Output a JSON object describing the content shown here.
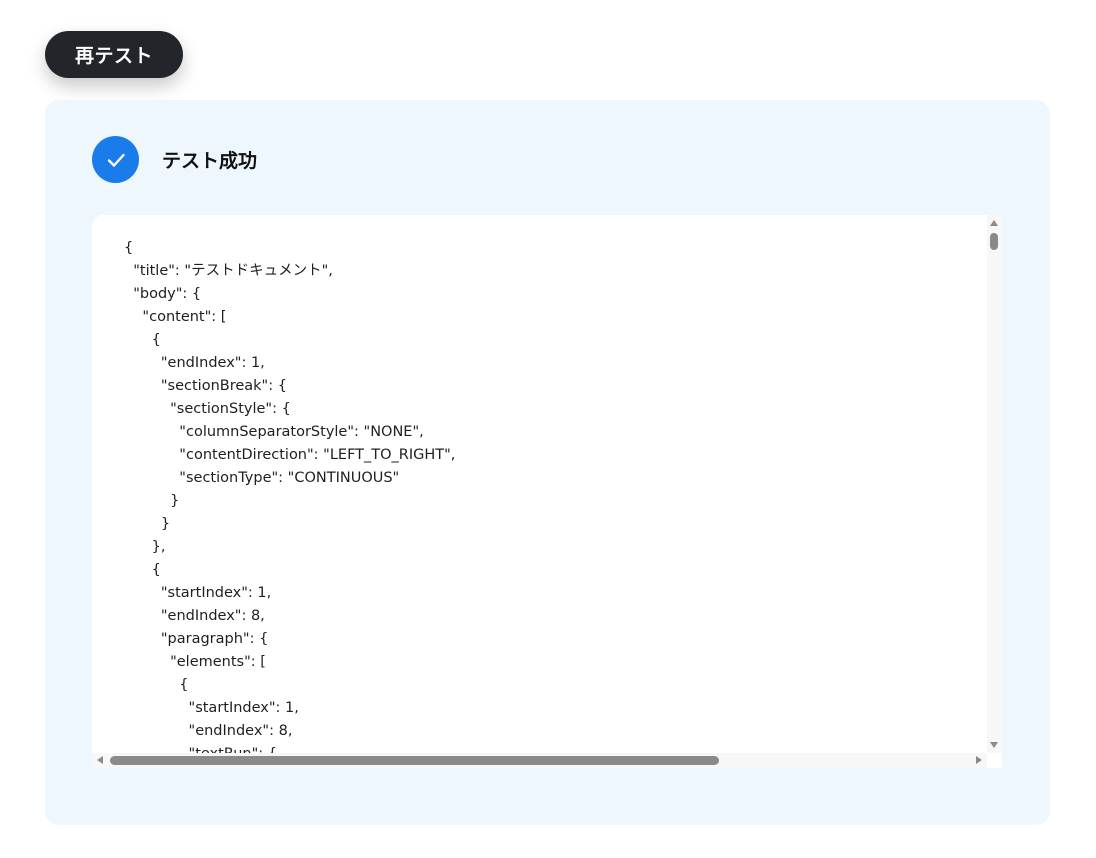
{
  "retest_button": {
    "label": "再テスト"
  },
  "status": {
    "label": "テスト成功",
    "icon": "checkmark-icon",
    "color": "#1a7bea"
  },
  "json_output": {
    "lines": [
      "{",
      "  \"title\": \"テストドキュメント\",",
      "  \"body\": {",
      "    \"content\": [",
      "      {",
      "        \"endIndex\": 1,",
      "        \"sectionBreak\": {",
      "          \"sectionStyle\": {",
      "            \"columnSeparatorStyle\": \"NONE\",",
      "            \"contentDirection\": \"LEFT_TO_RIGHT\",",
      "            \"sectionType\": \"CONTINUOUS\"",
      "          }",
      "        }",
      "      },",
      "      {",
      "        \"startIndex\": 1,",
      "        \"endIndex\": 8,",
      "        \"paragraph\": {",
      "          \"elements\": [",
      "            {",
      "              \"startIndex\": 1,",
      "              \"endIndex\": 8,",
      "              \"textRun\": {"
    ]
  },
  "colors": {
    "button_bg": "#22262b",
    "panel_bg": "#eff7fe",
    "accent": "#1a7bea"
  }
}
